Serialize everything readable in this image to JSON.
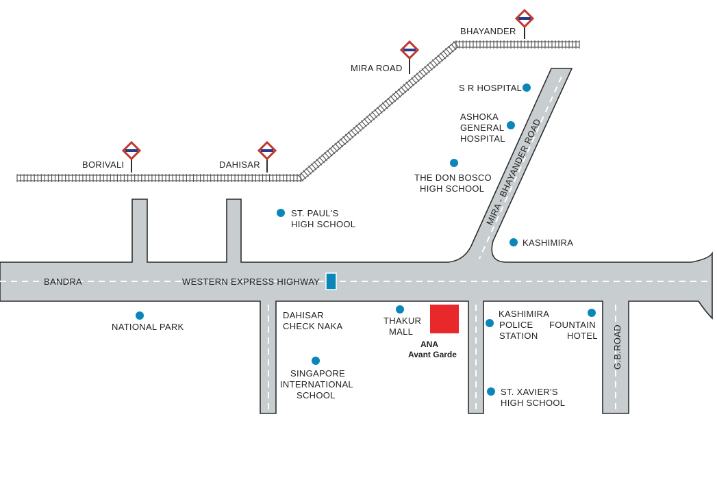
{
  "colors": {
    "road_fill": "#c8cdd0",
    "road_edge": "#2d2d2d",
    "poi_dot": "#0b86b8",
    "project_marker": "#e8282b",
    "station_sign": "#c0392b",
    "toll_marker": "#0b86b8"
  },
  "roads": {
    "bandra": "BANDRA",
    "western_express_highway": "WESTERN EXPRESS HIGHWAY",
    "mira_bhayander_road": "MIRA - BHAYANDER ROAD",
    "gb_road": "G.B.ROAD"
  },
  "stations": {
    "borivali": "BORIVALI",
    "dahisar": "DAHISAR",
    "mira_road": "MIRA ROAD",
    "bhayander": "BHAYANDER"
  },
  "landmarks": {
    "sr_hospital": "S R HOSPITAL",
    "ashoka_line1": "ASHOKA",
    "ashoka_line2": "GENERAL",
    "ashoka_line3": "HOSPITAL",
    "don_bosco_line1": "THE DON BOSCO",
    "don_bosco_line2": "HIGH SCHOOL",
    "st_pauls_line1": "ST. PAUL'S",
    "st_pauls_line2": "HIGH SCHOOL",
    "kashimira": "KASHIMIRA",
    "national_park": "NATIONAL PARK",
    "dahisar_check_line1": "DAHISAR",
    "dahisar_check_line2": "CHECK NAKA",
    "thakur_line1": "THAKUR",
    "thakur_line2": "MALL",
    "singapore_line1": "SINGAPORE",
    "singapore_line2": "INTERNATIONAL",
    "singapore_line3": "SCHOOL",
    "kpolice_line1": "KASHIMIRA",
    "kpolice_line2": "POLICE",
    "kpolice_line3": "STATION",
    "fountain_line1": "FOUNTAIN",
    "fountain_line2": "HOTEL",
    "xavier_line1": "ST. XAVIER'S",
    "xavier_line2": "HIGH SCHOOL"
  },
  "project": {
    "line1": "ANA",
    "line2": "Avant Garde"
  }
}
